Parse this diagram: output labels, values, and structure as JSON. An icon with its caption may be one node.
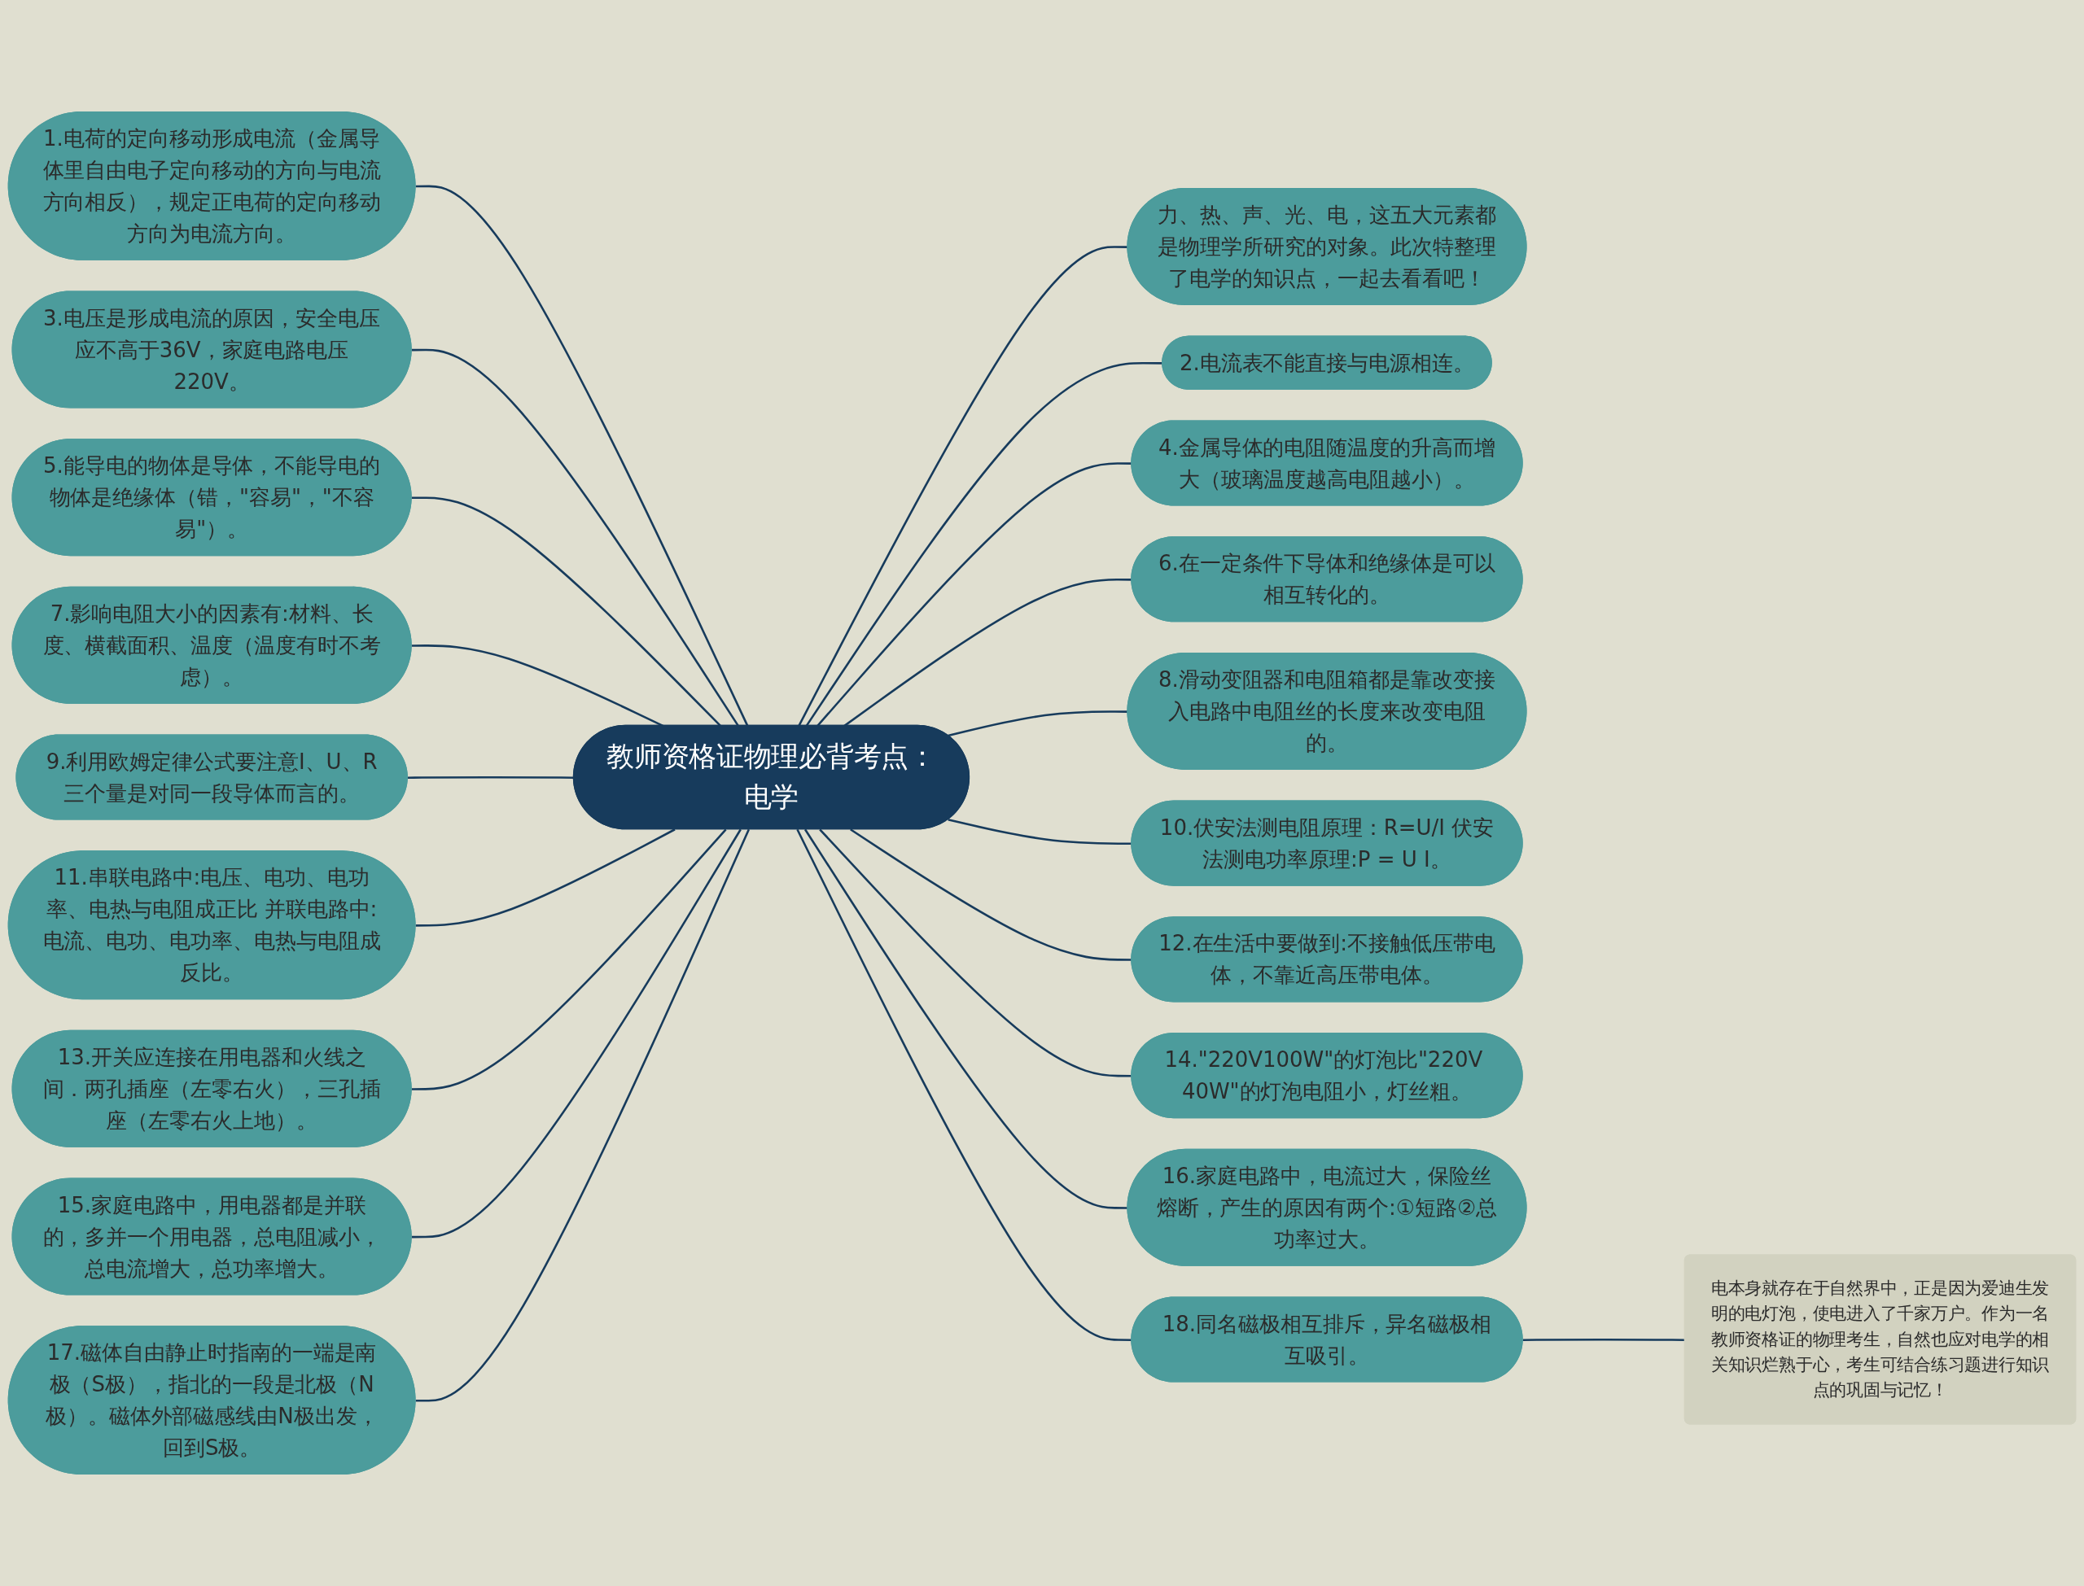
{
  "diagram": {
    "nodes": [
      {
        "text": [
          "教师资格证物理必背考点：电学"
        ]
      },
      {
        "text": [
          "1.电荷的定向移动形成电流（金属导体里自由电子定向移动的方向与电流方向相反），规定正电荷的定向移动方向为电流方向。"
        ]
      },
      {
        "text": [
          "3.电压是形成电流的原因，安全电压应不高于36V，家庭电路电压220V。"
        ]
      },
      {
        "text": [
          "5.能导电的物体是导体，不能导电的物体是绝缘体（错，\"容易\"，\"不容易\"）。"
        ]
      },
      {
        "text": [
          "7.影响电阻大小的因素有:材料、长度、横截面积、温度（温度有时不考虑）。"
        ]
      },
      {
        "text": [
          "9.利用欧姆定律公式要注意I、U、R三个量是对同一段导体而言的。"
        ]
      },
      {
        "text": [
          "11.串联电路中:电压、电功、电功率、电热与电阻成正比 并联电路中:电流、电功、电功率、电热与电阻成反比。"
        ]
      },
      {
        "text": [
          "13.开关应连接在用电器和火线之间．两孔插座（左零右火），三孔插座（左零右火上地）。"
        ]
      },
      {
        "text": [
          "15.家庭电路中，用电器都是并联的，多并一个用电器，总电阻减小，总电流增大，总功率增大。"
        ]
      },
      {
        "text": [
          "17.磁体自由静止时指南的一端是南极（S极），指北的一段是北极（N极）。磁体外部磁感线由N极出发，回到S极。"
        ]
      },
      {
        "text": [
          "力、热、声、光、电，这五大元素都是物理学所研究的对象。此次特整理了电学的知识点，一起去看看吧！"
        ]
      },
      {
        "text": [
          "2.电流表不能直接与电源相连。"
        ]
      },
      {
        "text": [
          "4.金属导体的电阻随温度的升高而增大（玻璃温度越高电阻越小）。"
        ]
      },
      {
        "text": [
          "6.在一定条件下导体和绝缘体是可以相互转化的。"
        ]
      },
      {
        "text": [
          "8.滑动变阻器和电阻箱都是靠改变接入电路中电阻丝的长度来改变电阻的。"
        ]
      },
      {
        "text": [
          "10.伏安法测电阻原理：R=U/I 伏安法测电功率原理:P = U I。"
        ]
      },
      {
        "text": [
          "12.在生活中要做到:不接触低压带电体，不靠近高压带电体。"
        ]
      },
      {
        "text": [
          "14.\"220V100W\"的灯泡比\"220V 40W\"的灯泡电阻小，灯丝粗。"
        ]
      },
      {
        "text": [
          "16.家庭电路中，电流过大，保险丝熔断，产生的原因有两个:①短路②总功率过大。"
        ]
      },
      {
        "text": [
          "18.同名磁极相互排斥，异名磁极相互吸引。"
        ]
      },
      {
        "text": [
          "电本身就存在于自然界中，正是因为爱迪生发明的电灯泡，使电进入了千家万户。作为一名教师资格证的物理考生，自然也应对电学的相关知识烂熟于心，考生可结合练习题进行知识点的巩固与记忆！"
        ]
      }
    ],
    "edges": [
      {
        "from": 1,
        "to": 0,
        "arrow": "none"
      },
      {
        "from": 2,
        "to": 0,
        "arrow": "none"
      },
      {
        "from": 3,
        "to": 0,
        "arrow": "none"
      },
      {
        "from": 4,
        "to": 0,
        "arrow": "none"
      },
      {
        "from": 5,
        "to": 0,
        "arrow": "none"
      },
      {
        "from": 6,
        "to": 0,
        "arrow": "none"
      },
      {
        "from": 7,
        "to": 0,
        "arrow": "none"
      },
      {
        "from": 8,
        "to": 0,
        "arrow": "none"
      },
      {
        "from": 9,
        "to": 0,
        "arrow": "none"
      },
      {
        "from": 0,
        "to": 10,
        "arrow": "none"
      },
      {
        "from": 0,
        "to": 11,
        "arrow": "none"
      },
      {
        "from": 0,
        "to": 12,
        "arrow": "none"
      },
      {
        "from": 0,
        "to": 13,
        "arrow": "none"
      },
      {
        "from": 0,
        "to": 14,
        "arrow": "none"
      },
      {
        "from": 0,
        "to": 15,
        "arrow": "none"
      },
      {
        "from": 0,
        "to": 16,
        "arrow": "none"
      },
      {
        "from": 0,
        "to": 17,
        "arrow": "none"
      },
      {
        "from": 0,
        "to": 18,
        "arrow": "none"
      },
      {
        "from": 0,
        "to": 19,
        "arrow": "none"
      },
      {
        "from": 19,
        "to": 20,
        "arrow": "none"
      }
    ]
  }
}
